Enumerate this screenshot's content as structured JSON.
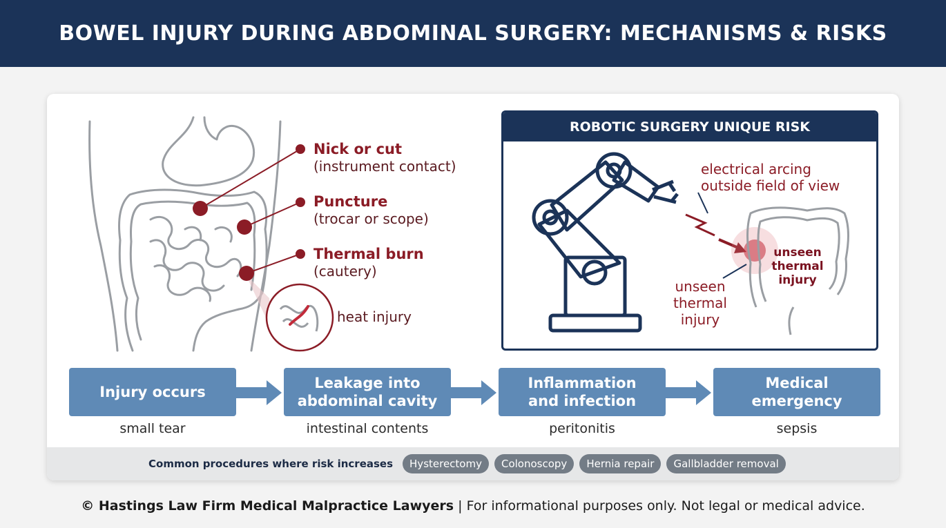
{
  "header": {
    "title": "BOWEL INJURY DURING ABDOMINAL SURGERY: MECHANISMS & RISKS"
  },
  "anatomy": {
    "callouts": [
      {
        "title": "Nick or cut",
        "subtitle": "(instrument contact)"
      },
      {
        "title": "Puncture",
        "subtitle": "(trocar or scope)"
      },
      {
        "title": "Thermal burn",
        "subtitle": "(cautery)"
      }
    ],
    "heat_label": "heat injury"
  },
  "robotic": {
    "title": "ROBOTIC SURGERY UNIQUE RISK",
    "arcing_line1": "electrical arcing",
    "arcing_line2": "outside field of view",
    "inner_line1": "unseen",
    "inner_line2": "thermal",
    "inner_line3": "injury",
    "outer_line1": "unseen",
    "outer_line2": "thermal",
    "outer_line3": "injury"
  },
  "flow": [
    {
      "line1": "Injury occurs",
      "line2": "",
      "sub": "small tear"
    },
    {
      "line1": "Leakage into",
      "line2": "abdominal cavity",
      "sub": "intestinal contents"
    },
    {
      "line1": "Inflammation",
      "line2": "and infection",
      "sub": "peritonitis"
    },
    {
      "line1": "Medical",
      "line2": "emergency",
      "sub": "sepsis"
    }
  ],
  "procedures": {
    "lead": "Common procedures where risk increases",
    "items": [
      "Hysterectomy",
      "Colonoscopy",
      "Hernia repair",
      "Gallbladder removal"
    ]
  },
  "footer": {
    "firm": "© Hastings Law Firm Medical Malpractice Lawyers",
    "disclaimer": " | For informational purposes only. Not legal or medical advice."
  },
  "colors": {
    "navy": "#1b3358",
    "flow_blue": "#5f8ab6",
    "injury_red": "#8b1c26",
    "pill_gray": "#737c86"
  }
}
